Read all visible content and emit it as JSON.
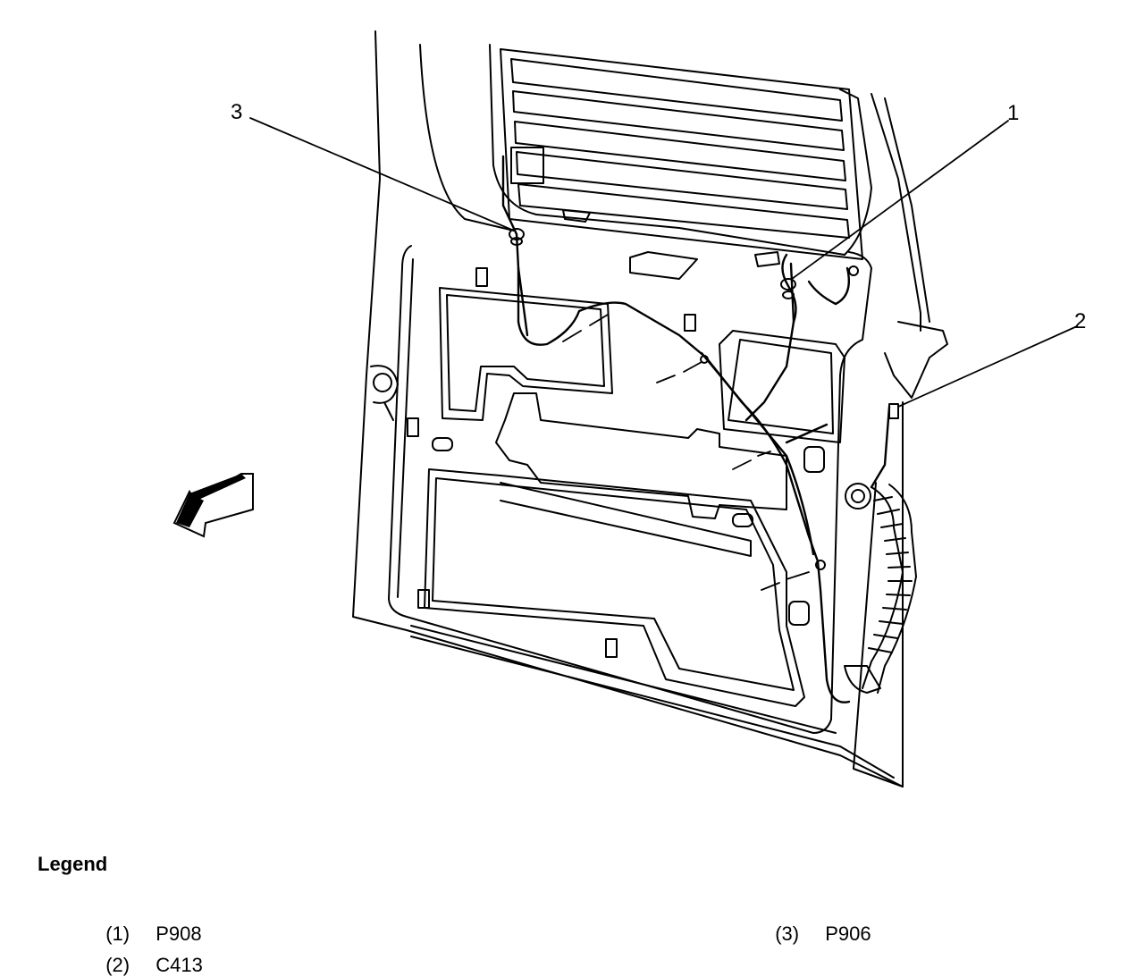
{
  "callouts": [
    {
      "number": "1",
      "code": "P908"
    },
    {
      "number": "2",
      "code": "C413"
    },
    {
      "number": "3",
      "code": "P906"
    }
  ],
  "legend": {
    "title": "Legend",
    "items": [
      {
        "label": "(1)",
        "code": "P908"
      },
      {
        "label": "(2)",
        "code": "C413"
      },
      {
        "label": "(3)",
        "code": "P906"
      }
    ]
  },
  "colors": {
    "line": "#000000",
    "background": "#ffffff"
  }
}
